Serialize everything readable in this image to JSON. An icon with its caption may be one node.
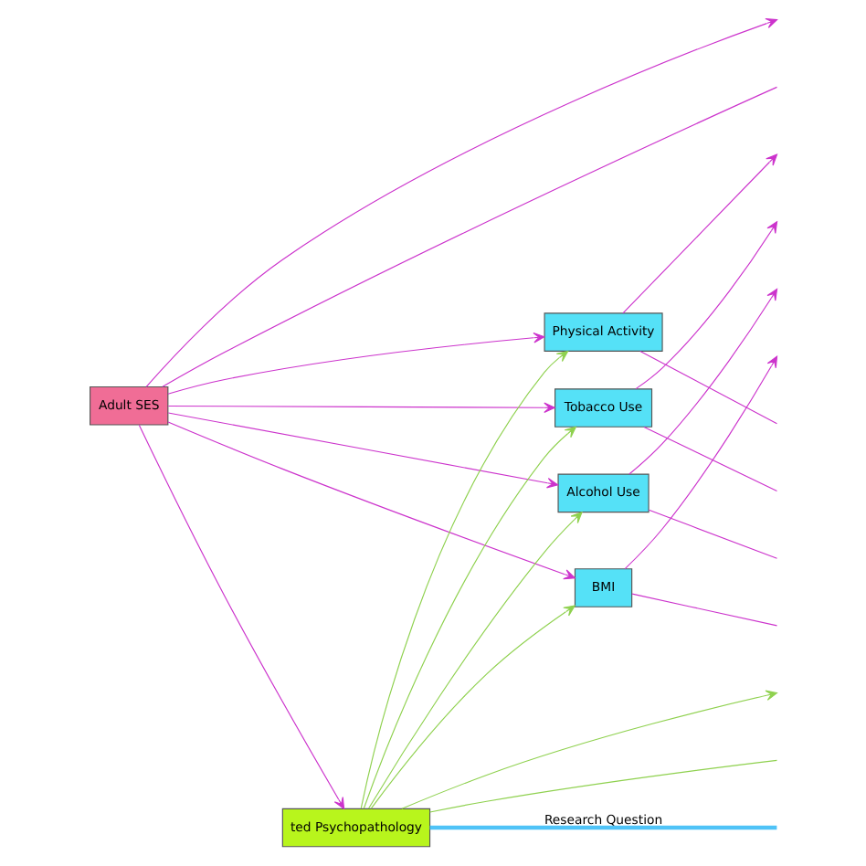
{
  "diagram": {
    "nodes": [
      {
        "text": [
          "Adult SES"
        ]
      },
      {
        "text": [
          "Physical Activity"
        ]
      },
      {
        "text": [
          "Tobacco Use"
        ]
      },
      {
        "text": [
          "Alcohol Use"
        ]
      },
      {
        "text": [
          "BMI"
        ]
      },
      {
        "text": [
          "ted Psychopathology"
        ]
      }
    ],
    "edges": [
      {
        "from": 0,
        "to": 1,
        "arrow": "to"
      },
      {
        "from": 0,
        "to": 2,
        "arrow": "to"
      },
      {
        "from": 0,
        "to": 3,
        "arrow": "to"
      },
      {
        "from": 0,
        "to": 4,
        "arrow": "to"
      },
      {
        "from": 0,
        "to": null,
        "arrow": "to"
      },
      {
        "from": 0,
        "to": null,
        "arrow": "none"
      },
      {
        "from": 0,
        "to": 5,
        "arrow": "to"
      },
      {
        "from": 1,
        "to": null,
        "arrow": "to"
      },
      {
        "from": 2,
        "to": null,
        "arrow": "to"
      },
      {
        "from": 3,
        "to": null,
        "arrow": "to"
      },
      {
        "from": 4,
        "to": null,
        "arrow": "to"
      },
      {
        "from": 1,
        "to": null,
        "arrow": "none"
      },
      {
        "from": 2,
        "to": null,
        "arrow": "none"
      },
      {
        "from": 3,
        "to": null,
        "arrow": "none"
      },
      {
        "from": 4,
        "to": null,
        "arrow": "none"
      },
      {
        "from": 5,
        "to": 1,
        "arrow": "to",
        "color": "#8fd14f"
      },
      {
        "from": 5,
        "to": 2,
        "arrow": "to",
        "color": "#8fd14f"
      },
      {
        "from": 5,
        "to": 3,
        "arrow": "to",
        "color": "#8fd14f"
      },
      {
        "from": 5,
        "to": 4,
        "arrow": "to",
        "color": "#8fd14f"
      },
      {
        "from": 5,
        "to": null,
        "arrow": "to",
        "color": "#8fd14f"
      },
      {
        "from": 5,
        "to": null,
        "arrow": "none",
        "color": "#8fd14f"
      },
      {
        "from": 5,
        "to": null,
        "arrow": "none",
        "label": "Research Question",
        "style": "thick",
        "color": "#4fc3f7"
      }
    ]
  }
}
